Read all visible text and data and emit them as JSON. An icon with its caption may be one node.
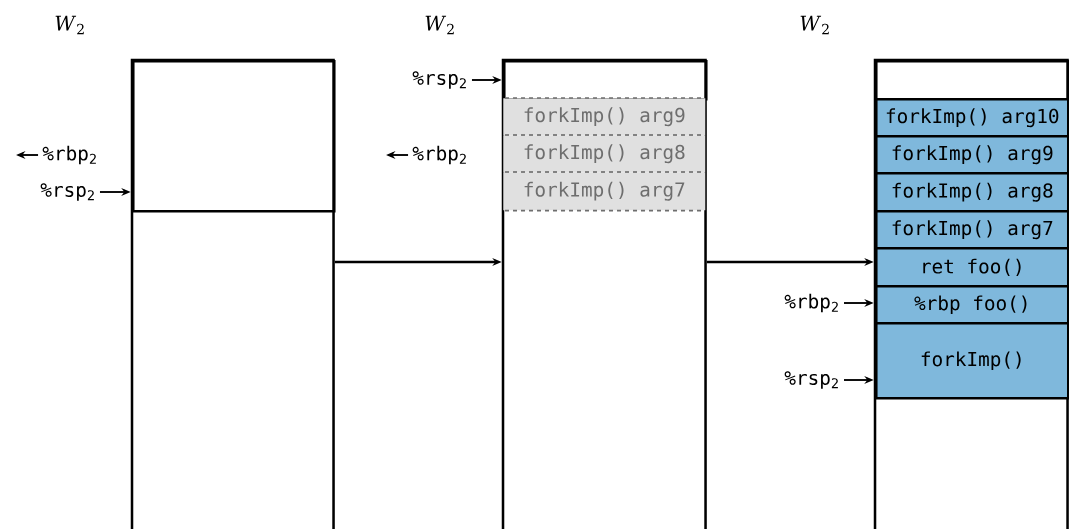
{
  "diagram": {
    "nodes": [
      {
        "text": [],
        "shape": "box"
      },
      {
        "text": [],
        "shape": "box",
        "in": 0
      },
      {
        "text": [
          "%rbp$_{2}$"
        ]
      },
      {
        "text": [
          "%rsp$_{2}$"
        ]
      },
      {
        "text": [],
        "shape": "box"
      },
      {
        "text": [],
        "shape": "box",
        "in": 4
      },
      {
        "text": [
          "forkImp() arg9"
        ],
        "in": 4
      },
      {
        "text": [
          "forkImp() arg8"
        ],
        "in": 4
      },
      {
        "text": [
          "forkImp() arg7"
        ],
        "in": 4
      },
      {
        "text": [
          "%rsp$_{2}$"
        ]
      },
      {
        "text": [
          "%rbp$_{2}$"
        ]
      },
      {
        "text": [],
        "shape": "box"
      },
      {
        "text": [],
        "shape": "box",
        "in": 11
      },
      {
        "text": [
          "forkImp() arg10"
        ],
        "in": 11
      },
      {
        "text": [
          "forkImp() arg9"
        ],
        "in": 11
      },
      {
        "text": [
          "forkImp() arg8"
        ],
        "in": 11
      },
      {
        "text": [
          "forkImp() arg7"
        ],
        "in": 11
      },
      {
        "text": [
          "ret foo()"
        ],
        "in": 11
      },
      {
        "text": [
          "%rbp foo()"
        ],
        "in": 11
      },
      {
        "text": [
          "forkImp()"
        ],
        "in": 11
      },
      {
        "text": [
          "%rbp$_{2}$"
        ]
      },
      {
        "text": [
          "%rsp$_{2}$"
        ]
      }
    ],
    "edges": [
      {
        "from": 2,
        "to": null,
        "arrow": "to"
      },
      {
        "from": 3,
        "to": 1,
        "arrow": "to"
      },
      {
        "from": 0,
        "to": 4,
        "arrow": "to"
      },
      {
        "from": 9,
        "to": 5,
        "arrow": "to"
      },
      {
        "from": 10,
        "to": null,
        "arrow": "to"
      },
      {
        "from": 4,
        "to": 11,
        "arrow": "to"
      },
      {
        "from": 20,
        "to": 18,
        "arrow": "to"
      },
      {
        "from": 21,
        "to": 19,
        "arrow": "to"
      }
    ],
    "labels": [
      "*W*$_{2}$",
      "*W*$_{2}$",
      "*W*$_{2}$"
    ]
  }
}
